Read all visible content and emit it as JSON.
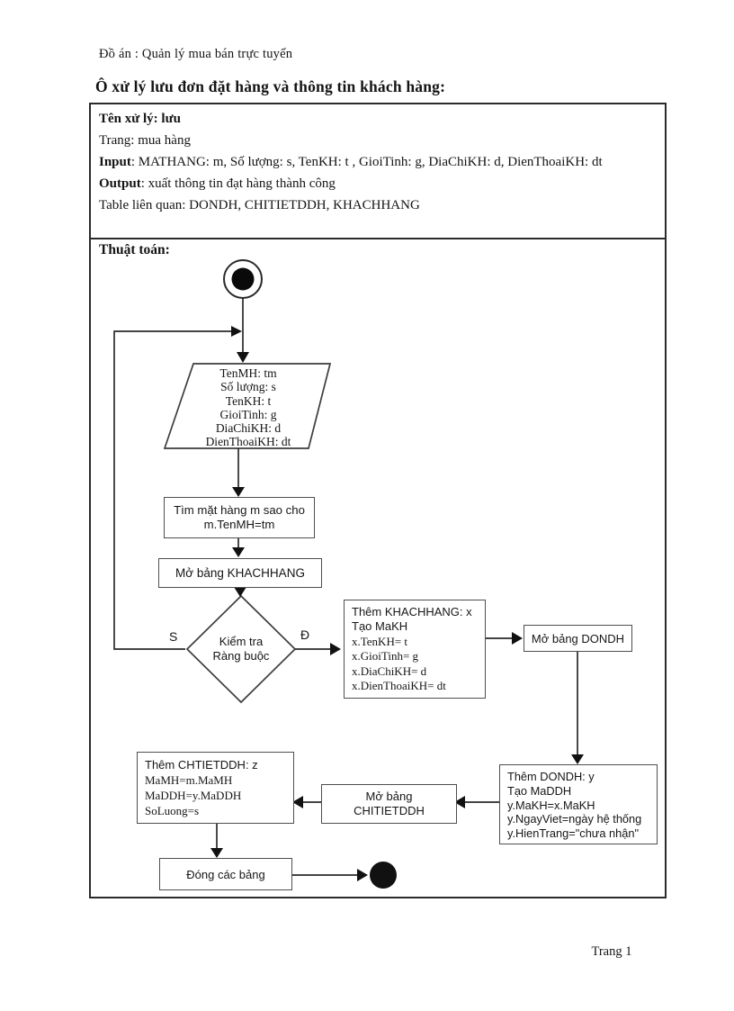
{
  "document": {
    "header": "Đồ án : Quản lý mua bán trực tuyến",
    "title": "Ô xử lý lưu đơn đặt hàng và thông tin khách hàng:",
    "footer": "Trang  1"
  },
  "process_table": {
    "name_row": "Tên xử lý: lưu",
    "page_row": "Trang:  mua hàng",
    "input_label": "Input",
    "input_value": ": MATHANG:  m, Số lượng: s, TenKH:  t , GioiTinh:  g, DiaChiKH:  d, DienThoaiKH:  dt",
    "output_label": "Output",
    "output_value": ": xuất thông tin đạt hàng thành công",
    "tables_row": "Table  liên quan:  DONDH,  CHITIETDDH,   KHACHHANG",
    "algorithm_label": "Thuật  toán:"
  },
  "flowchart": {
    "input_block": {
      "lines": [
        "TenMH: tm",
        "Số lượng: s",
        "TenKH: t",
        "GioiTinh: g",
        "DiaChiKH: d",
        "DienThoaiKH: dt"
      ]
    },
    "find_item": {
      "lines": [
        "Tìm mặt hàng m sao cho",
        "m.TenMH=tm"
      ]
    },
    "open_khachhang": "Mở bảng KHACHHANG",
    "decision": {
      "line1": "Kiểm tra",
      "line2": "Ràng buộc",
      "false_label": "S",
      "true_label": "Đ"
    },
    "add_khachhang": {
      "lines": [
        "Thêm KHACHHANG: x",
        "Tạo MaKH",
        "x.TenKH= t",
        "x.GioiTinh= g",
        "x.DiaChiKH= d",
        "x.DienThoaiKH= dt"
      ]
    },
    "open_dondh": "Mở bảng DONDH",
    "add_dondh": {
      "lines": [
        "Thêm DONDH: y",
        "Tạo MaDDH",
        "y.MaKH=x.MaKH",
        "y.NgayViet=ngày hệ thống",
        "y.HienTrang=\"chưa nhận\""
      ]
    },
    "open_chitietddh": {
      "lines": [
        "Mở bảng",
        "CHITIETDDH"
      ]
    },
    "add_chitietddh": {
      "lines": [
        "Thêm CHTIETDDH: z",
        "MaMH=m.MaMH",
        "MaDDH=y.MaDDH",
        "SoLuong=s"
      ]
    },
    "close_tables": "Đóng các bảng"
  },
  "colors": {
    "ink": "#141414",
    "table_border": "#2b2b2b",
    "box_border": "#4f4f4f",
    "connector": "#2a2a2a"
  }
}
